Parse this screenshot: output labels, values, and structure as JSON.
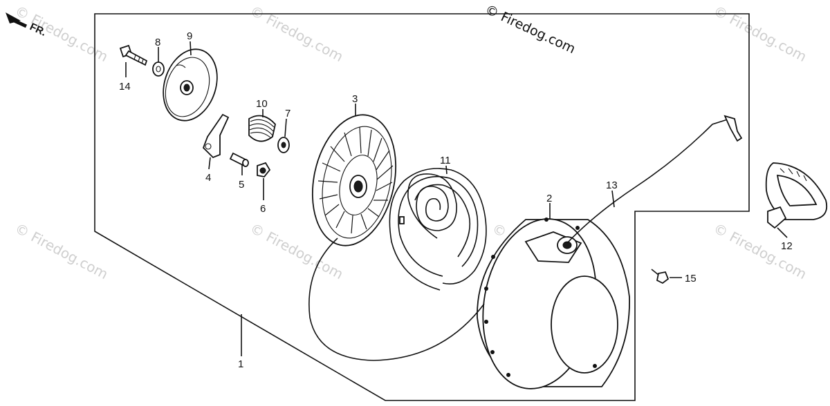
{
  "header": {
    "direction_label": "FR.",
    "copyright": "© Firedog.com"
  },
  "watermark": {
    "text": "© Firedog.com"
  },
  "callouts": {
    "c1": "1",
    "c2": "2",
    "c3": "3",
    "c4": "4",
    "c5": "5",
    "c6": "6",
    "c7": "7",
    "c8": "8",
    "c9": "9",
    "c10": "10",
    "c11": "11",
    "c12": "12",
    "c13": "13",
    "c14": "14",
    "c15": "15"
  },
  "icons": {
    "direction": "arrow-front-icon"
  }
}
